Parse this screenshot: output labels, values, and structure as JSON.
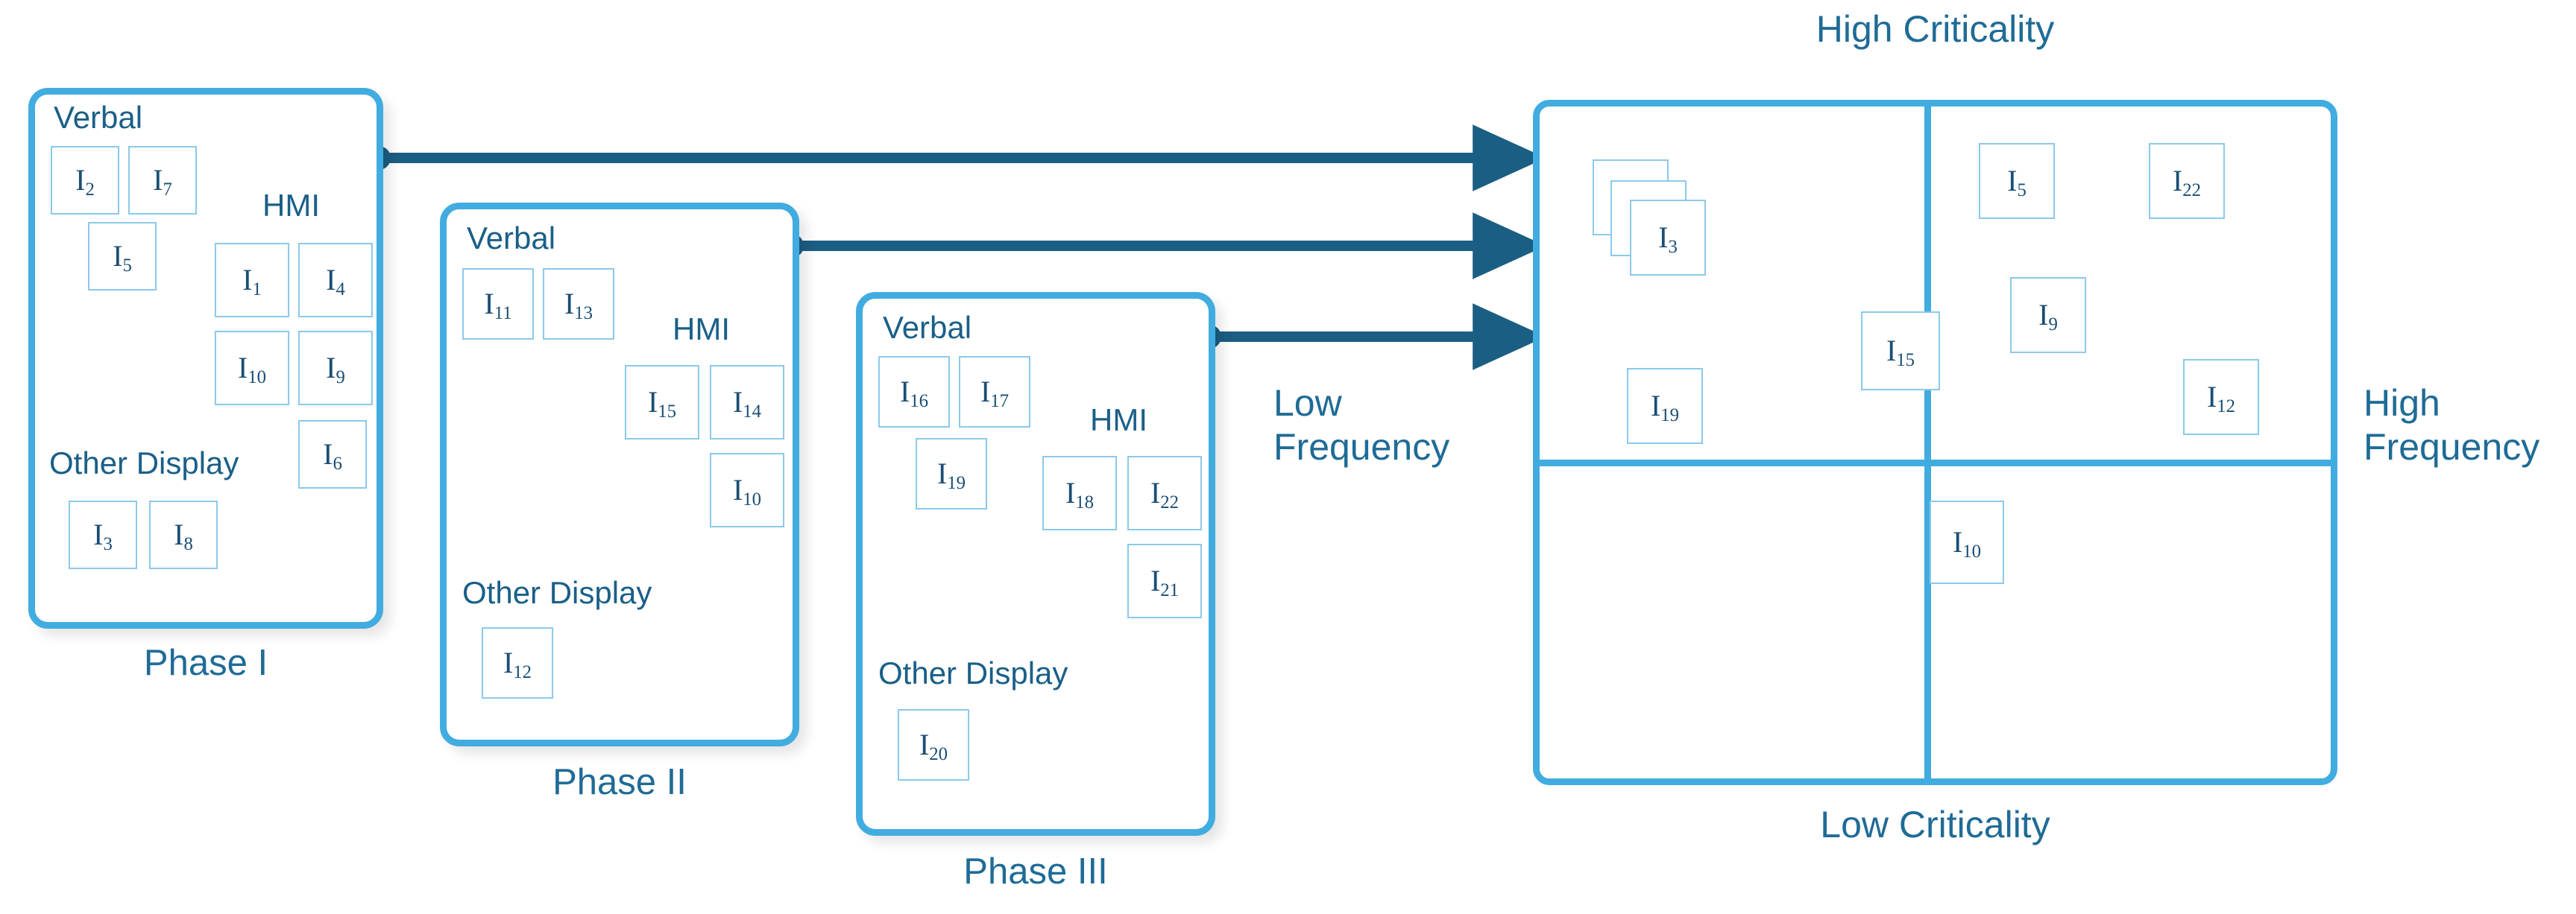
{
  "diagram": {
    "title_axes": {
      "top": "High Criticality",
      "bottom": "Low Criticality",
      "left": "Low\nFrequency",
      "right": "High\nFrequency",
      "left_line1": "Low",
      "left_line2": "Frequency",
      "right_line1": "High",
      "right_line2": "Frequency"
    },
    "colors": {
      "card_border": "#41ACE0",
      "item_border": "#8CC9EA",
      "text_dark": "#1A4E74",
      "label_blue": "#1F6B96",
      "arrow": "#1B5E83"
    }
  },
  "phases": [
    {
      "id": "phase-1",
      "label": "Phase I",
      "groups": [
        {
          "name": "Verbal",
          "items": [
            {
              "sym": "I",
              "sub": "2"
            },
            {
              "sym": "I",
              "sub": "7"
            },
            {
              "sym": "I",
              "sub": "5"
            }
          ]
        },
        {
          "name": "HMI",
          "items": [
            {
              "sym": "I",
              "sub": "1"
            },
            {
              "sym": "I",
              "sub": "4"
            },
            {
              "sym": "I",
              "sub": "10"
            },
            {
              "sym": "I",
              "sub": "9"
            },
            {
              "sym": "I",
              "sub": "6"
            }
          ]
        },
        {
          "name": "Other Display",
          "items": [
            {
              "sym": "I",
              "sub": "3"
            },
            {
              "sym": "I",
              "sub": "8"
            }
          ]
        }
      ]
    },
    {
      "id": "phase-2",
      "label": "Phase II",
      "groups": [
        {
          "name": "Verbal",
          "items": [
            {
              "sym": "I",
              "sub": "11"
            },
            {
              "sym": "I",
              "sub": "13"
            }
          ]
        },
        {
          "name": "HMI",
          "items": [
            {
              "sym": "I",
              "sub": "15"
            },
            {
              "sym": "I",
              "sub": "14"
            },
            {
              "sym": "I",
              "sub": "10"
            }
          ]
        },
        {
          "name": "Other Display",
          "items": [
            {
              "sym": "I",
              "sub": "12"
            }
          ]
        }
      ]
    },
    {
      "id": "phase-3",
      "label": "Phase III",
      "groups": [
        {
          "name": "Verbal",
          "items": [
            {
              "sym": "I",
              "sub": "16"
            },
            {
              "sym": "I",
              "sub": "17"
            },
            {
              "sym": "I",
              "sub": "19"
            }
          ]
        },
        {
          "name": "HMI",
          "items": [
            {
              "sym": "I",
              "sub": "18"
            },
            {
              "sym": "I",
              "sub": "22"
            },
            {
              "sym": "I",
              "sub": "21"
            }
          ]
        },
        {
          "name": "Other Display",
          "items": [
            {
              "sym": "I",
              "sub": "20"
            }
          ]
        }
      ]
    }
  ],
  "matrix": {
    "quadrants": [
      {
        "id": "top-left",
        "criticality": "High Criticality",
        "frequency": "Low Frequency",
        "items": [
          {
            "sym": "I",
            "sub": "",
            "stacked": true
          },
          {
            "sym": "I",
            "sub": "",
            "stacked": true
          },
          {
            "sym": "I",
            "sub": "3"
          },
          {
            "sym": "I",
            "sub": "19"
          }
        ]
      },
      {
        "id": "top-right",
        "criticality": "High Criticality",
        "frequency": "High Frequency",
        "items": [
          {
            "sym": "I",
            "sub": "15"
          },
          {
            "sym": "I",
            "sub": "5"
          },
          {
            "sym": "I",
            "sub": "22"
          },
          {
            "sym": "I",
            "sub": "9"
          },
          {
            "sym": "I",
            "sub": "12"
          }
        ]
      },
      {
        "id": "bottom-left",
        "criticality": "Low Criticality",
        "frequency": "Low Frequency",
        "items": []
      },
      {
        "id": "bottom-right",
        "criticality": "Low Criticality",
        "frequency": "High Frequency",
        "items": [
          {
            "sym": "I",
            "sub": "10"
          }
        ]
      }
    ]
  },
  "labels": {
    "verbal": "Verbal",
    "hmi": "HMI",
    "other_display": "Other Display",
    "phase1": "Phase I",
    "phase2": "Phase II",
    "phase3": "Phase III",
    "high_criticality": "High Criticality",
    "low_criticality": "Low Criticality",
    "low": "Low",
    "high": "High",
    "frequency": "Frequency"
  },
  "items": {
    "i1": "I",
    "i1s": "1",
    "i2": "I",
    "i2s": "2",
    "i3": "I",
    "i3s": "3",
    "i4": "I",
    "i4s": "4",
    "i5": "I",
    "i5s": "5",
    "i6": "I",
    "i6s": "6",
    "i7": "I",
    "i7s": "7",
    "i8": "I",
    "i8s": "8",
    "i9": "I",
    "i9s": "9",
    "i10": "I",
    "i10s": "10",
    "i11": "I",
    "i11s": "11",
    "i12": "I",
    "i12s": "12",
    "i13": "I",
    "i13s": "13",
    "i14": "I",
    "i14s": "14",
    "i15": "I",
    "i15s": "15",
    "i16": "I",
    "i16s": "16",
    "i17": "I",
    "i17s": "17",
    "i18": "I",
    "i18s": "18",
    "i19": "I",
    "i19s": "19",
    "i20": "I",
    "i20s": "20",
    "i21": "I",
    "i21s": "21",
    "i22": "I",
    "i22s": "22"
  }
}
